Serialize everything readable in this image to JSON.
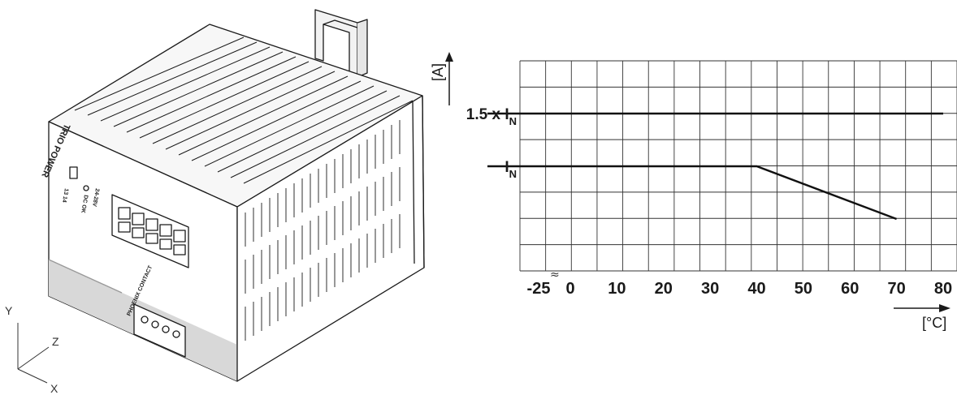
{
  "device": {
    "front_label": "TRIO POWER",
    "status_led_label": "DC OK",
    "voltage_label": "24-28V",
    "relay_label": "13 14",
    "brand_label": "PHOENIX CONTACT",
    "axes": {
      "y": "Y",
      "z": "Z",
      "x": "X"
    }
  },
  "chart_data": {
    "type": "line",
    "title": "",
    "xlabel": "[°C]",
    "ylabel": "[A]",
    "x_ticks": [
      "-25",
      "0",
      "10",
      "20",
      "30",
      "40",
      "50",
      "60",
      "70",
      "80"
    ],
    "y_ticks": [
      {
        "main": "1.5 x I",
        "sub": "N"
      },
      {
        "main": "I",
        "sub": "N"
      }
    ],
    "x_break": "≈",
    "grid": true,
    "series": [
      {
        "x": [
          -25,
          80
        ],
        "y": [
          1.5,
          1.5
        ]
      },
      {
        "x": [
          -25,
          40,
          70
        ],
        "y": [
          1.0,
          1.0,
          0.5
        ]
      }
    ]
  }
}
